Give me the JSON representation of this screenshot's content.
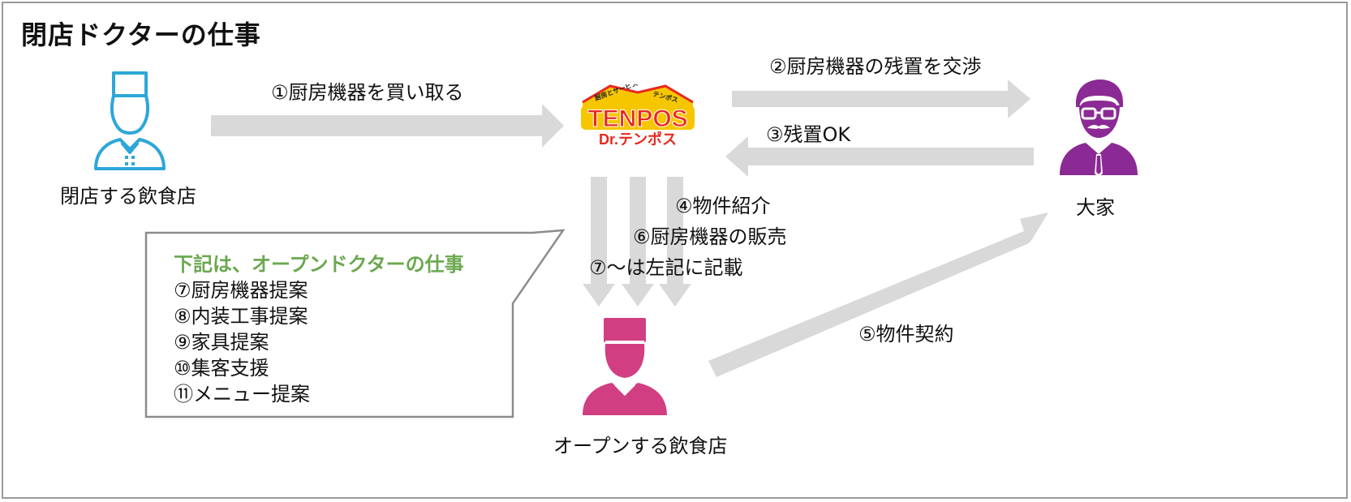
{
  "title": "閉店ドクターの仕事",
  "actors": {
    "closing_restaurant": "閉店する飲食店",
    "landlord": "大家",
    "opening_restaurant": "オープンする飲食店"
  },
  "logo": {
    "tag_left": "厨房とサービス",
    "tag_right": "テンポス",
    "brand": "TENPOS",
    "sub": "Dr.テンポス"
  },
  "steps": {
    "s1": "①厨房機器を買い取る",
    "s2": "②厨房機器の残置を交渉",
    "s3": "③残置OK",
    "s4": "④物件紹介",
    "s5": "⑤物件契約",
    "s6": "⑥厨房機器の販売",
    "s7": "⑦～は左記に記載"
  },
  "callout": {
    "heading": "下記は、オープンドクターの仕事",
    "items": [
      "⑦厨房機器提案",
      "⑧内装工事提案",
      "⑨家具提案",
      "⑩集客支援",
      "⑪メニュー提案"
    ]
  },
  "colors": {
    "chef_closing": "#2ea7d8",
    "landlord": "#8b2a94",
    "chef_opening": "#d13f82",
    "arrow": "#d9d9d9",
    "callout_heading": "#6aa84f",
    "logo_red": "#e8271e",
    "logo_yellow": "#f6c600"
  }
}
